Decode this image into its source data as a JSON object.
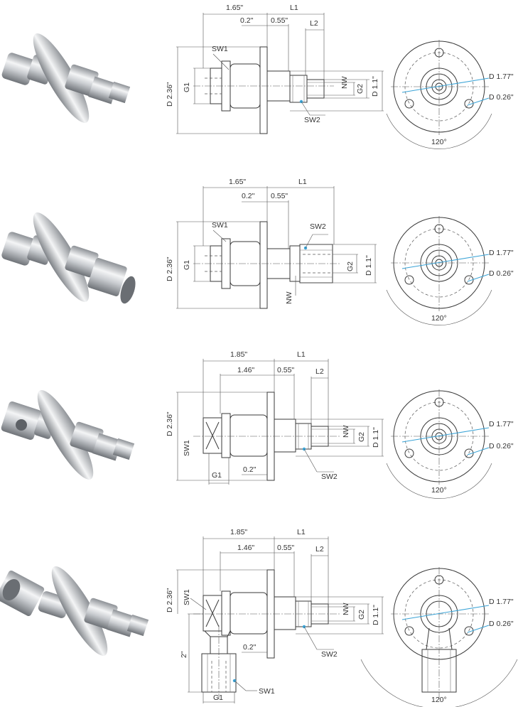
{
  "colors": {
    "line": "#3a3a3a",
    "highlight": "#3aa3d6",
    "metal_light": "#f2f3f4",
    "metal_dark": "#8d9196"
  },
  "rows": [
    {
      "id": "row1",
      "photo": "straight-male-thread",
      "labels": {
        "top_total": "1.65\"",
        "top_l1": "L1",
        "top_inner": "0.2\"",
        "top_mid": "0.55\"",
        "top_l2": "L2",
        "sw1": "SW1",
        "d_left": "D 2.36\"",
        "g1": "G1",
        "nw": "NW",
        "g2": "G2",
        "d_right": "D 1.1\"",
        "sw2": "SW2",
        "flange_pcd": "D 1.77\"",
        "flange_hole": "D 0.26\"",
        "angle": "120°"
      }
    },
    {
      "id": "row2",
      "photo": "straight-female-thread",
      "labels": {
        "top_total": "1.65\"",
        "top_l1": "L1",
        "top_inner": "0.2\"",
        "top_mid": "0.55\"",
        "sw1": "SW1",
        "sw2": "SW2",
        "d_left": "D 2.36\"",
        "g1": "G1",
        "g2": "G2",
        "d_right": "D 1.1\"",
        "nw": "NW",
        "flange_pcd": "D 1.77\"",
        "flange_hole": "D 0.26\"",
        "angle": "120°"
      }
    },
    {
      "id": "row3",
      "photo": "side-port-male-thread",
      "labels": {
        "top_total": "1.85\"",
        "top_l1": "L1",
        "top_inner": "1.46\"",
        "top_mid": "0.55\"",
        "top_l2": "L2",
        "d_left": "D 2.36\"",
        "sw1": "SW1",
        "g1": "G1",
        "bottom_inner": "0.2\"",
        "nw": "NW",
        "g2": "G2",
        "d_right": "D 1.1\"",
        "sw2": "SW2",
        "flange_pcd": "D 1.77\"",
        "flange_hole": "D 0.26\"",
        "angle": "120°"
      }
    },
    {
      "id": "row4",
      "photo": "elbow-port-male-thread",
      "labels": {
        "top_total": "1.85\"",
        "top_l1": "L1",
        "top_inner": "1.46\"",
        "top_mid": "0.55\"",
        "top_l2": "L2",
        "d_left": "D 2.36\"",
        "sw1_top": "SW1",
        "elbow_len": "2\"",
        "bottom_inner": "0.2\"",
        "sw1_bottom": "SW1",
        "g1": "G1",
        "nw": "NW",
        "g2": "G2",
        "d_right": "D 1.1\"",
        "sw2": "SW2",
        "flange_pcd": "D 1.77\"",
        "flange_hole": "D 0.26\"",
        "angle": "120°"
      }
    }
  ]
}
